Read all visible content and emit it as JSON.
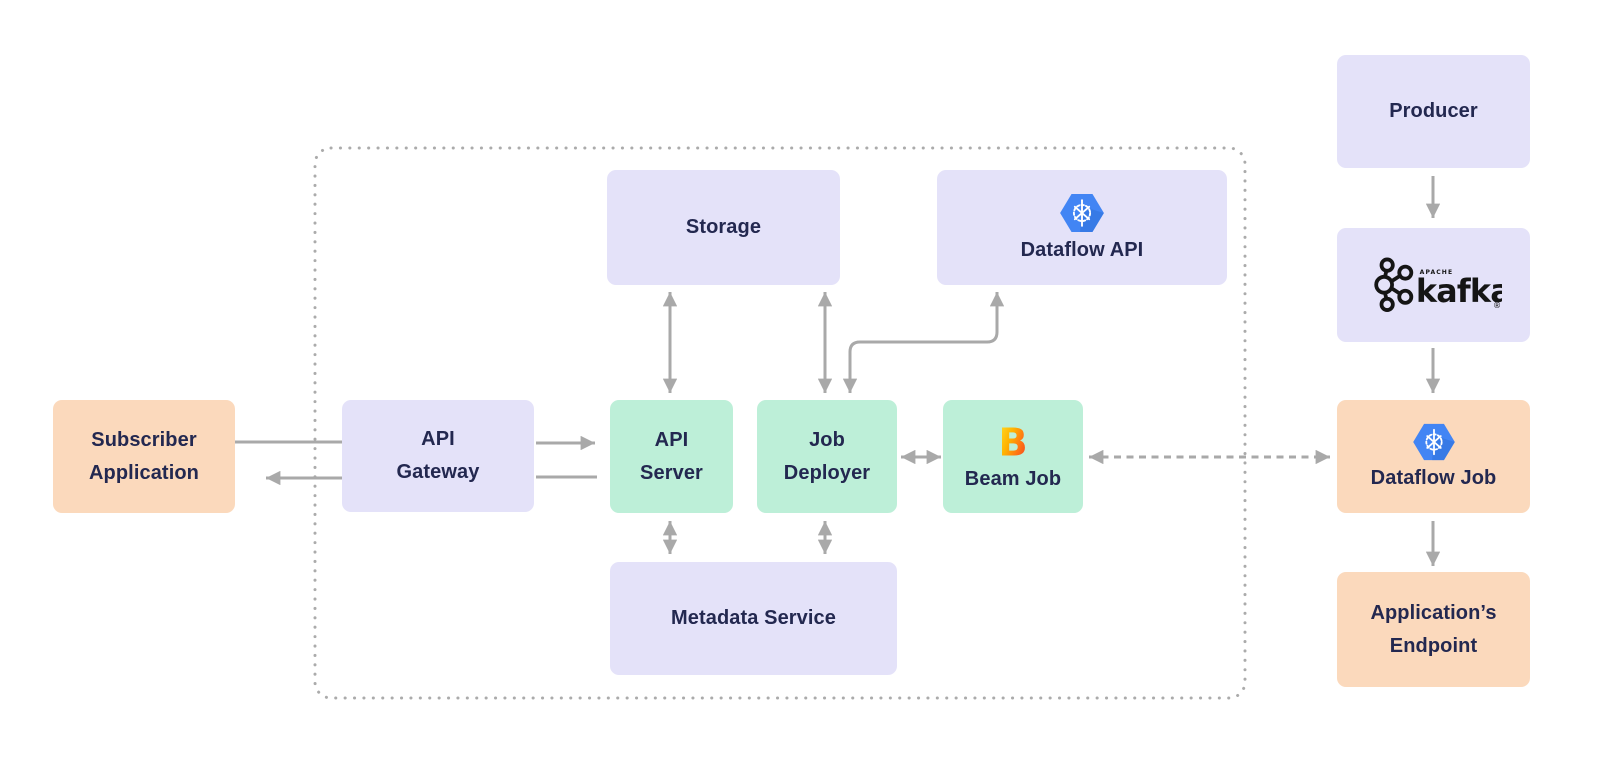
{
  "colors": {
    "background": "#FFFFFF",
    "lavender_box": "#E4E2F9",
    "mint_box": "#BDEFD8",
    "peach_box": "#FBD9BC",
    "label_text": "#232850",
    "connector_gray": "#A9A9A9",
    "dashed_border_gray": "#ABABAB",
    "dataflow_blue": "#4285F4",
    "kafka_black": "#151515",
    "beam_yellow": "#FFE029",
    "beam_orange": "#F4511E"
  },
  "nodes": {
    "subscriber_application": {
      "label": "Subscriber\nApplication"
    },
    "api_gateway": {
      "label": "API\nGateway"
    },
    "api_server": {
      "label": "API\nServer"
    },
    "job_deployer": {
      "label": "Job\nDeployer"
    },
    "beam_job": {
      "label": "Beam Job",
      "icon": "apache-beam-logo",
      "logo_letter": "B"
    },
    "storage": {
      "label": "Storage"
    },
    "dataflow_api": {
      "label": "Dataflow API",
      "icon": "dataflow-hexagon"
    },
    "metadata_service": {
      "label": "Metadata Service"
    },
    "producer": {
      "label": "Producer"
    },
    "kafka": {
      "icon": "apache-kafka-logo",
      "brand_small": "APACHE",
      "brand_name": "kafka",
      "registered_mark": "®"
    },
    "dataflow_job": {
      "label": "Dataflow Job",
      "icon": "dataflow-hexagon"
    },
    "applications_endpoint": {
      "label": "Application’s\nEndpoint"
    }
  },
  "edges": [
    {
      "from": "subscriber_application",
      "to": "api_gateway",
      "style": "line"
    },
    {
      "from": "api_gateway",
      "to": "subscriber_application",
      "style": "arrow-left"
    },
    {
      "from": "api_gateway",
      "to": "api_server",
      "style": "arrow-right"
    },
    {
      "from": "api_server",
      "to": "api_gateway",
      "style": "line"
    },
    {
      "from": "api_server",
      "to": "storage",
      "style": "double-arrow-vertical"
    },
    {
      "from": "job_deployer",
      "to": "storage",
      "style": "double-arrow-vertical"
    },
    {
      "from": "job_deployer",
      "to": "dataflow_api",
      "style": "double-arrow-elbow"
    },
    {
      "from": "job_deployer",
      "to": "beam_job",
      "style": "double-arrow-horizontal"
    },
    {
      "from": "api_server",
      "to": "metadata_service",
      "style": "double-arrow-vertical"
    },
    {
      "from": "job_deployer",
      "to": "metadata_service",
      "style": "double-arrow-vertical"
    },
    {
      "from": "beam_job",
      "to": "dataflow_job",
      "style": "double-arrow-dashed"
    },
    {
      "from": "producer",
      "to": "kafka",
      "style": "arrow-down"
    },
    {
      "from": "kafka",
      "to": "dataflow_job",
      "style": "arrow-down"
    },
    {
      "from": "dataflow_job",
      "to": "applications_endpoint",
      "style": "arrow-down"
    }
  ]
}
